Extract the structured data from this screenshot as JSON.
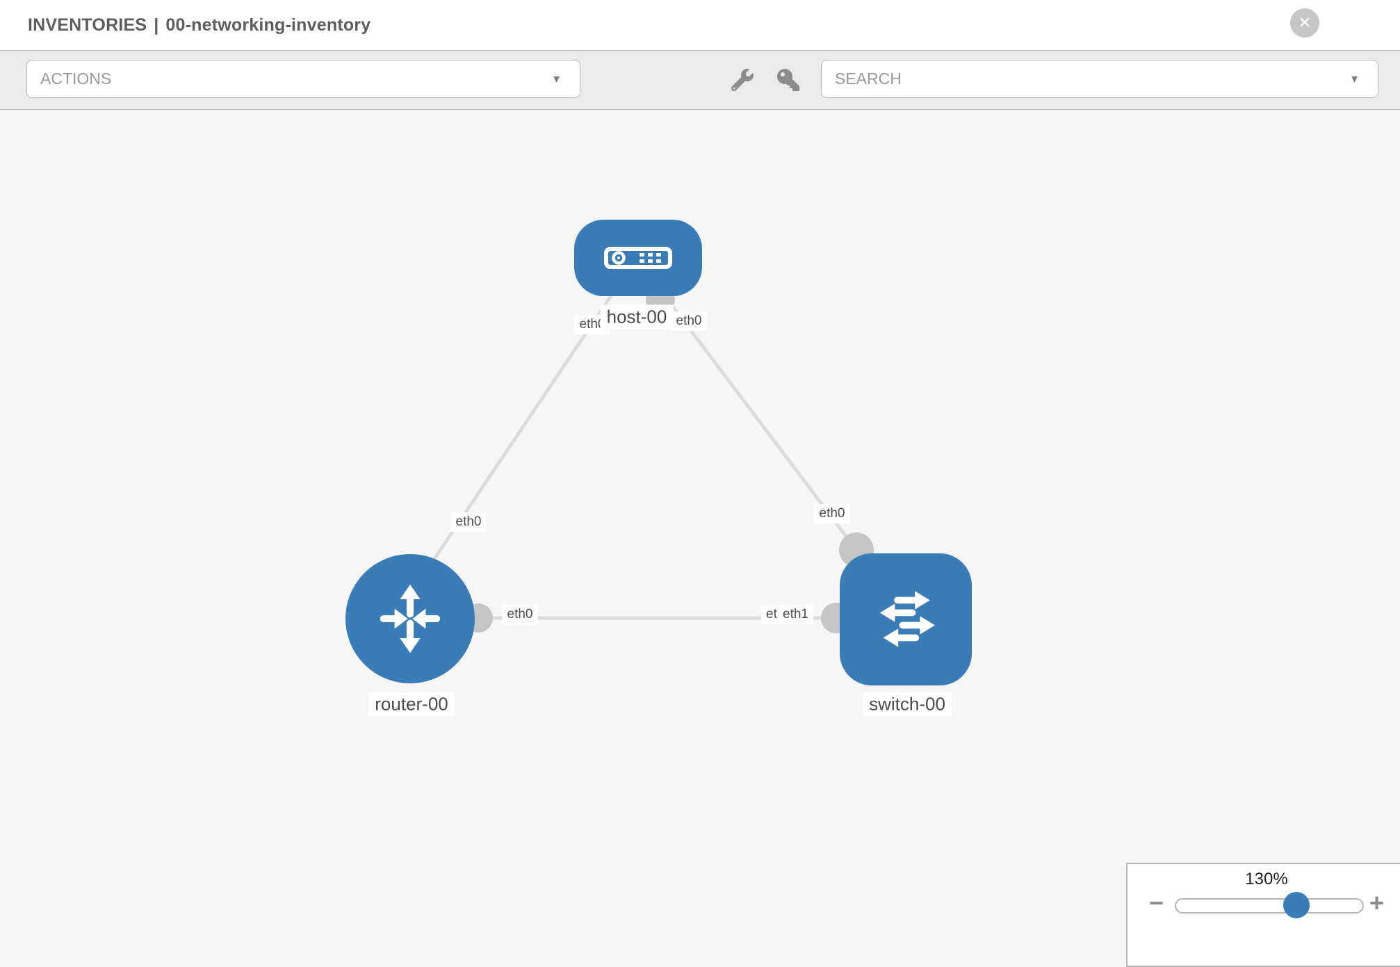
{
  "header": {
    "breadcrumb": "INVENTORIES",
    "separator": "|",
    "title": "00-networking-inventory",
    "close_icon": "✕"
  },
  "toolbar": {
    "actions_label": "ACTIONS",
    "search_label": "SEARCH",
    "caret": "▼",
    "icons": [
      "wrench-icon",
      "key-icon"
    ]
  },
  "graph": {
    "nodes": [
      {
        "label": "host-00",
        "type": "host"
      },
      {
        "label": "router-00",
        "type": "router"
      },
      {
        "label": "switch-00",
        "type": "switch"
      }
    ],
    "links": [
      {
        "from": "host-00",
        "from_if": "eth0",
        "to": "router-00",
        "to_if": "eth0"
      },
      {
        "from": "host-00",
        "from_if": "eth0",
        "to": "switch-00",
        "to_if": "eth0"
      },
      {
        "from": "router-00",
        "from_if": "eth0",
        "to": "switch-00",
        "to_if_labels": [
          "eth0",
          "eth1"
        ]
      }
    ]
  },
  "zoom_control": {
    "value": "130%",
    "minus": "−",
    "plus": "+"
  },
  "colors": {
    "node": "#3a7cb8",
    "link": "#dcdcdc",
    "endpoint": "#c5c5c5",
    "accent": "#3a7cb8"
  }
}
